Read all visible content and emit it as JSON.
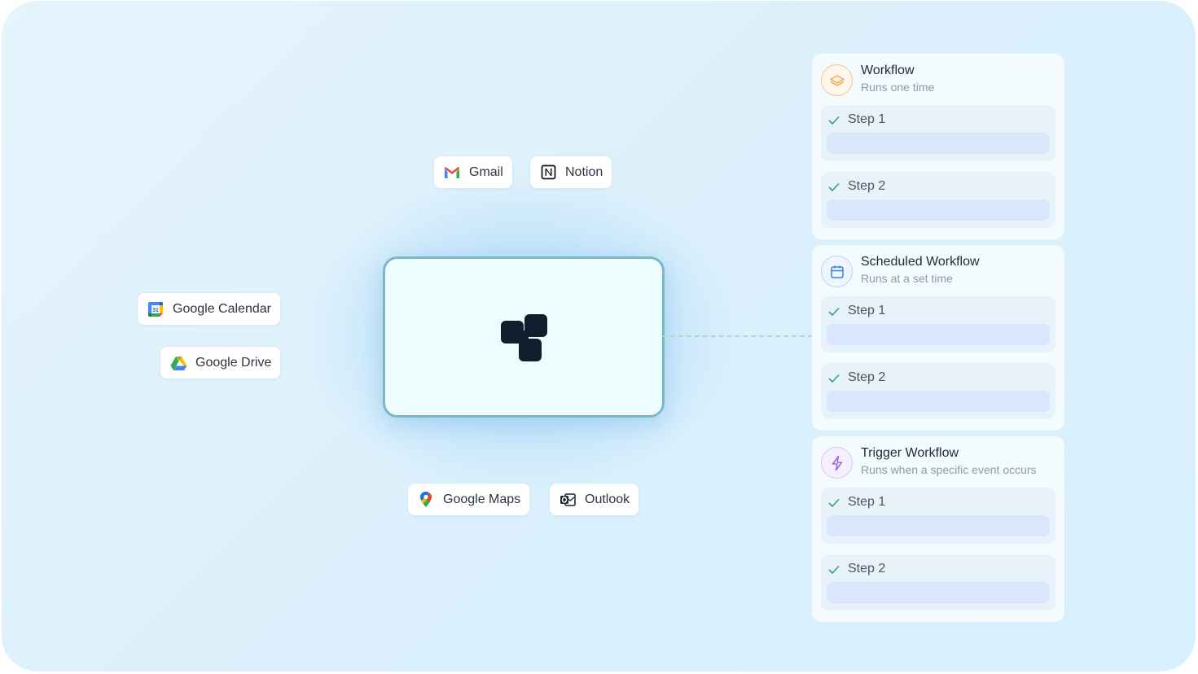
{
  "integrations": [
    {
      "label": "Gmail",
      "icon": "gmail-icon"
    },
    {
      "label": "Notion",
      "icon": "notion-icon"
    },
    {
      "label": "Google Calendar",
      "icon": "google-calendar-icon"
    },
    {
      "label": "Google Drive",
      "icon": "google-drive-icon"
    },
    {
      "label": "Google Maps",
      "icon": "google-maps-icon"
    },
    {
      "label": "Outlook",
      "icon": "outlook-icon"
    }
  ],
  "calendar_icon_text": "31",
  "hub": {
    "icon": "app-logo-icon"
  },
  "workflows": [
    {
      "title": "Workflow",
      "subtitle": "Runs one time",
      "icon": "layers-icon",
      "steps": [
        "Step 1",
        "Step 2"
      ]
    },
    {
      "title": "Scheduled Workflow",
      "subtitle": "Runs at a set time",
      "icon": "calendar-icon",
      "steps": [
        "Step 1",
        "Step 2"
      ]
    },
    {
      "title": "Trigger Workflow",
      "subtitle": "Runs when a specific event occurs",
      "icon": "lightning-icon",
      "steps": [
        "Step 1",
        "Step 2"
      ]
    }
  ],
  "colors": {
    "workflow_icon_ring": "#f7c58c",
    "scheduled_icon_ring": "#b9d4f3",
    "trigger_icon_ring": "#d9c5f3",
    "check": "#27a58a",
    "connector": "#a9dcc8"
  }
}
